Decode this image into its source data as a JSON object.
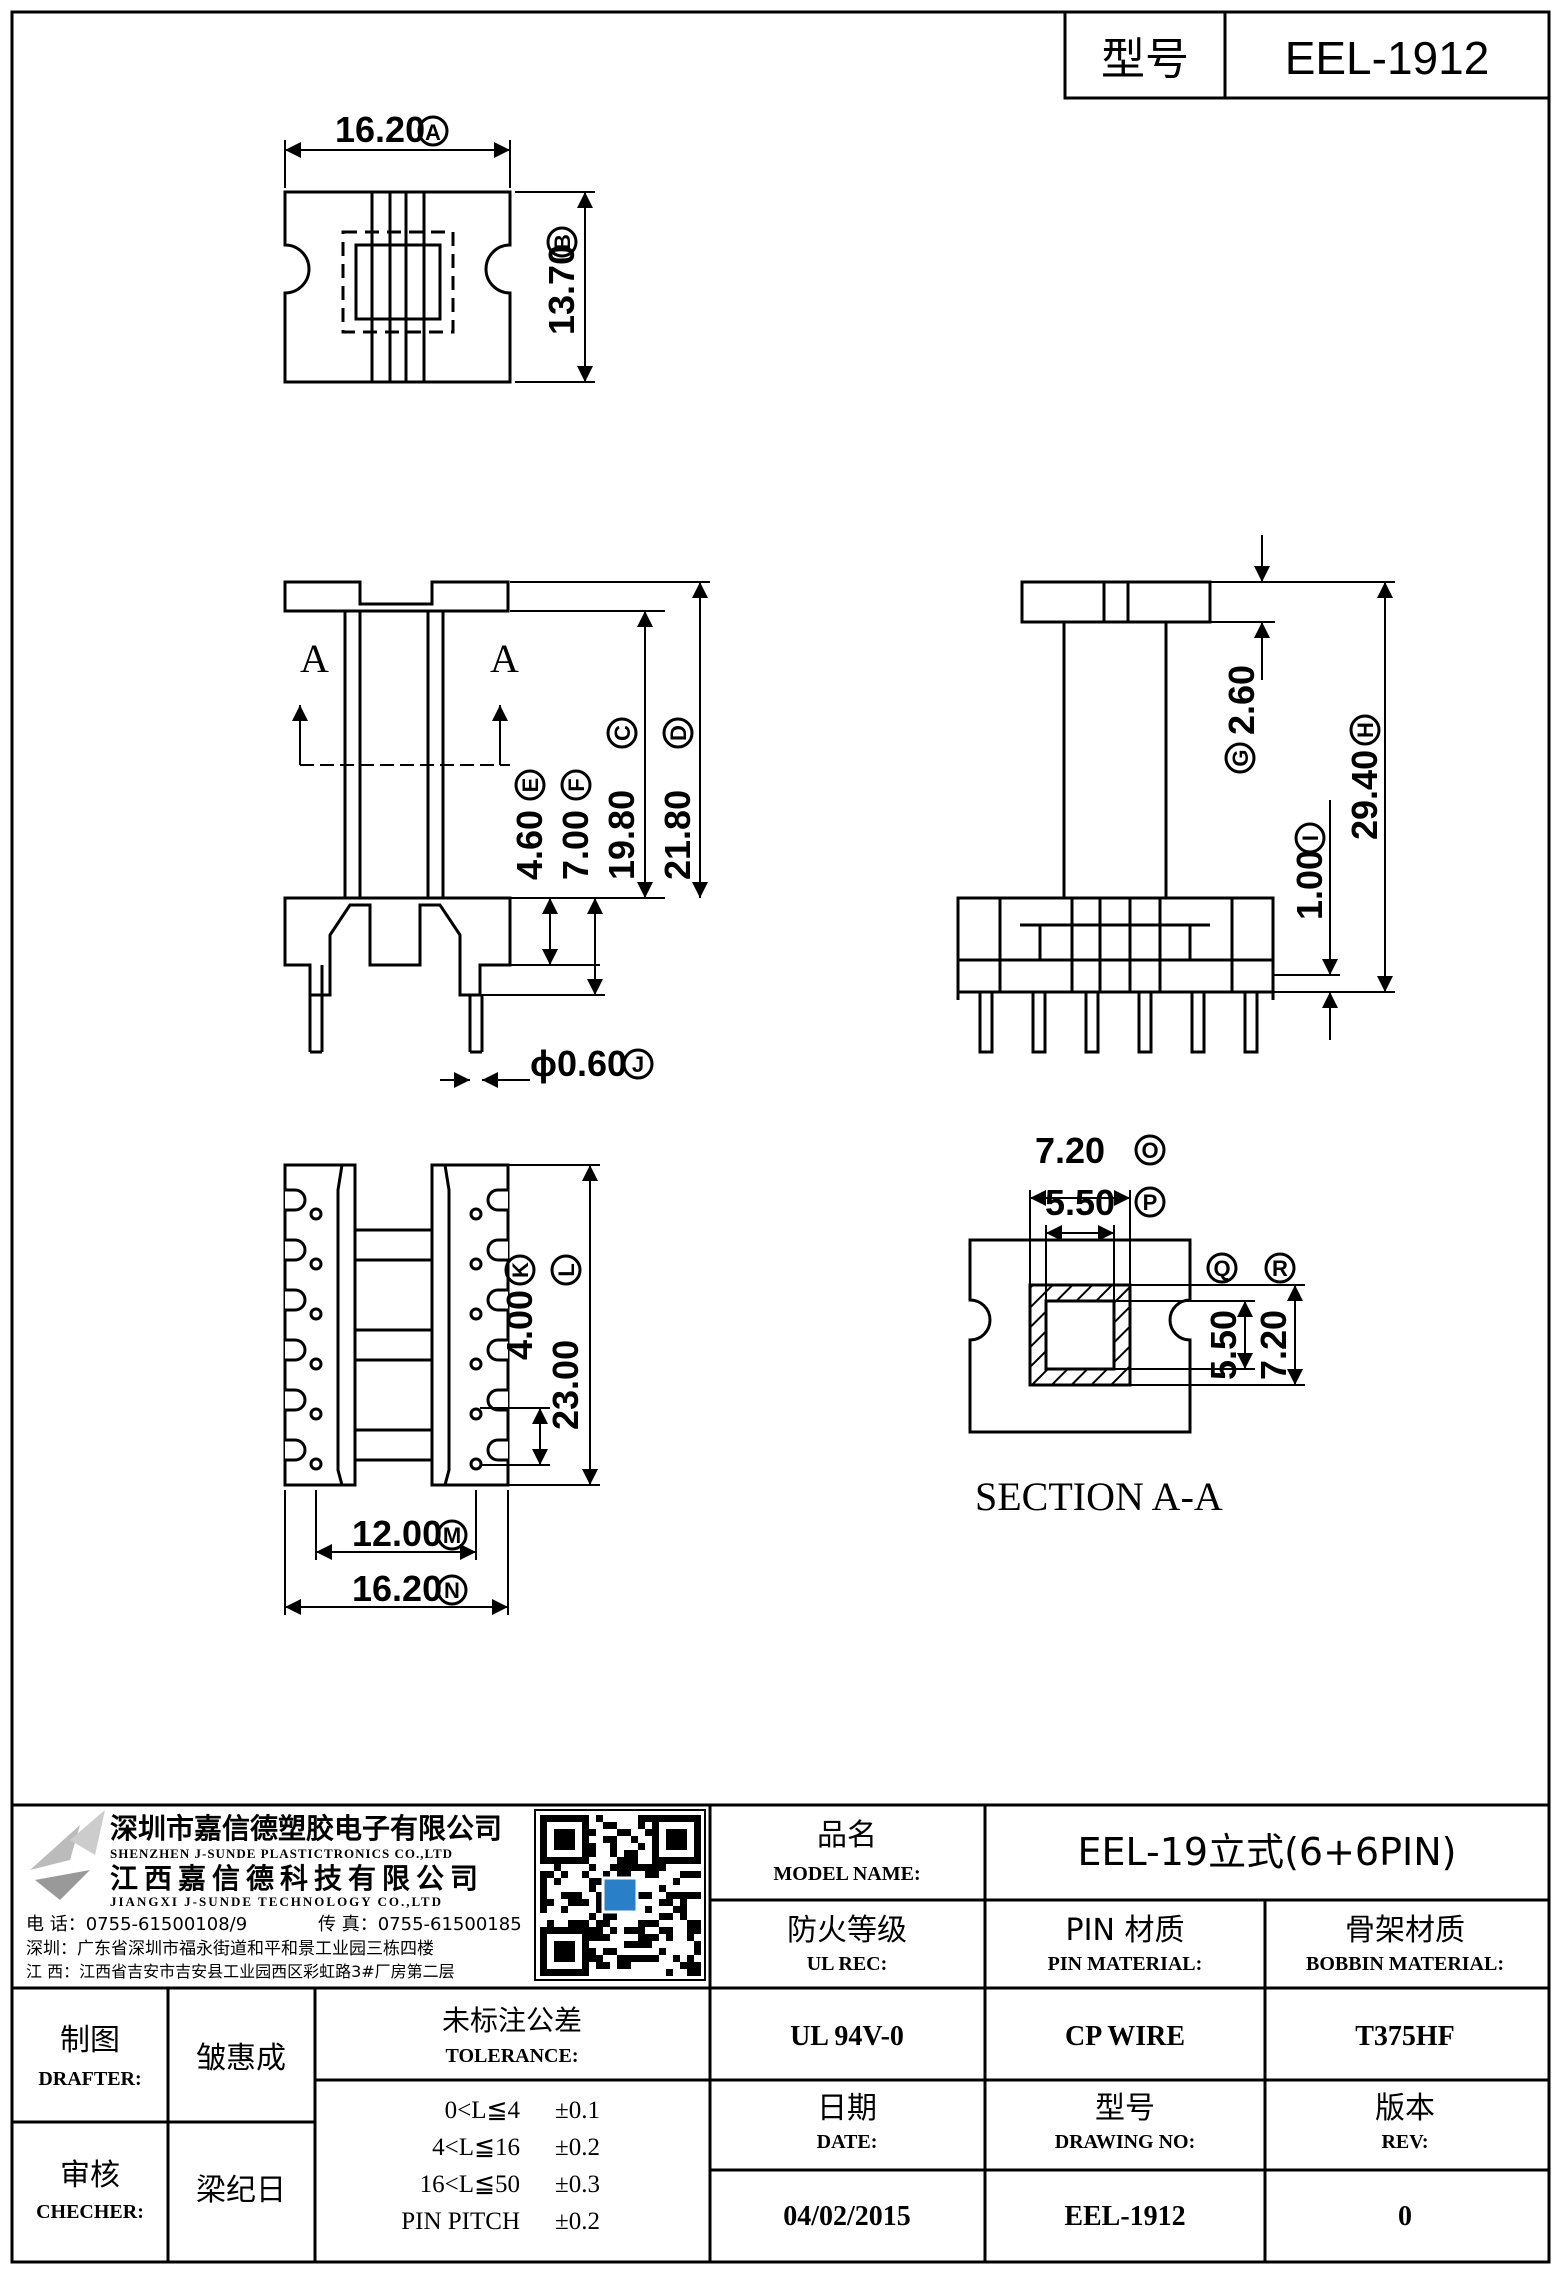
{
  "header": {
    "model_label": "型号",
    "model_value": "EEL-1912"
  },
  "dims": {
    "A": "16.20",
    "B": "13.70",
    "C": "19.80",
    "D": "21.80",
    "E": "4.60",
    "F": "7.00",
    "G": "2.60",
    "H": "29.40",
    "I": "1.00",
    "J": "ϕ0.60",
    "K": "4.00",
    "L": "23.00",
    "M": "12.00",
    "N": "16.20",
    "O": "7.20",
    "P": "5.50",
    "Q": "5.50",
    "R": "7.20"
  },
  "markers": {
    "A": "A",
    "B": "B",
    "C": "C",
    "D": "D",
    "E": "E",
    "F": "F",
    "G": "G",
    "H": "H",
    "I": "I",
    "J": "J",
    "K": "K",
    "L": "L",
    "M": "M",
    "N": "N",
    "O": "O",
    "P": "P",
    "Q": "Q",
    "R": "R"
  },
  "section": {
    "arrow_left": "A",
    "arrow_right": "A",
    "label": "SECTION A-A"
  },
  "company": {
    "name_sz": "深圳市嘉信德塑胶电子有限公司",
    "name_sz_en": "SHENZHEN J-SUNDE PLASTICTRONICS CO.,LTD",
    "name_jx": "江西嘉信德科技有限公司",
    "name_jx_en": "JIANGXI J-SUNDE TECHNOLOGY CO.,LTD",
    "phone": "电 话：0755-61500108/9",
    "fax": "传 真：0755-61500185",
    "addr_sz": "深圳：广东省深圳市福永街道和平和景工业园三栋四楼",
    "addr_jx": "江 西：江西省吉安市吉安县工业园西区彩虹路3#厂房第二层"
  },
  "titleblock": {
    "model_name_cn": "品名",
    "model_name_en": "MODEL NAME:",
    "model_name_value": "EEL-19立式(6+6PIN)",
    "ul_cn": "防火等级",
    "ul_en": "UL REC:",
    "ul_value": "UL 94V-0",
    "pin_cn": "PIN 材质",
    "pin_en": "PIN MATERIAL:",
    "pin_value": "CP WIRE",
    "bobbin_cn": "骨架材质",
    "bobbin_en": "BOBBIN MATERIAL:",
    "bobbin_value": "T375HF",
    "date_cn": "日期",
    "date_en": "DATE:",
    "date_value": "04/02/2015",
    "drawing_cn": "型号",
    "drawing_en": "DRAWING NO:",
    "drawing_value": "EEL-1912",
    "rev_cn": "版本",
    "rev_en": "REV:",
    "rev_value": "0",
    "drafter_cn": "制图",
    "drafter_en": "DRAFTER:",
    "drafter_name": "皱惠成",
    "checker_cn": "审核",
    "checker_en": "CHECHER:",
    "checker_name": "梁纪日",
    "tol_cn": "未标注公差",
    "tol_en": "TOLERANCE:",
    "tol_rows": [
      {
        "range": "0<L≦4",
        "value": "±0.1"
      },
      {
        "range": "4<L≦16",
        "value": "±0.2"
      },
      {
        "range": "16<L≦50",
        "value": "±0.3"
      },
      {
        "range": "PIN PITCH",
        "value": "±0.2"
      }
    ]
  }
}
